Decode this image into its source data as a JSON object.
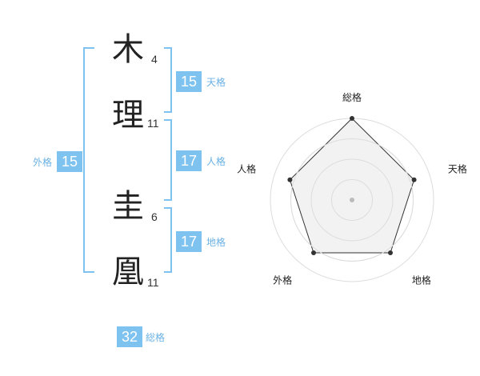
{
  "name": {
    "characters": [
      {
        "char": "木",
        "strokes": "4"
      },
      {
        "char": "理",
        "strokes": "11"
      },
      {
        "char": "圭",
        "strokes": "6"
      },
      {
        "char": "凰",
        "strokes": "11"
      }
    ]
  },
  "fortunes": {
    "tenkaku": {
      "value": "15",
      "label": "天格"
    },
    "jinkaku": {
      "value": "17",
      "label": "人格"
    },
    "chikaku": {
      "value": "17",
      "label": "地格"
    },
    "gaikaku": {
      "value": "15",
      "label": "外格"
    },
    "soukaku": {
      "value": "32",
      "label": "総格"
    }
  },
  "chart_data": {
    "type": "radar",
    "axes": [
      "総格",
      "天格",
      "地格",
      "外格",
      "人格"
    ],
    "values": [
      5,
      4,
      4,
      4,
      4
    ],
    "range": [
      0,
      5
    ],
    "rings": 4,
    "grid": true,
    "colors": {
      "fill": "#f0f0f0",
      "line": "#333333",
      "ring": "#dddddd",
      "center_dot": "#bbbbbb"
    }
  },
  "colors": {
    "accent": "#7ec2ef",
    "label": "#6ab1e3",
    "bracket": "#7ec2ef"
  }
}
